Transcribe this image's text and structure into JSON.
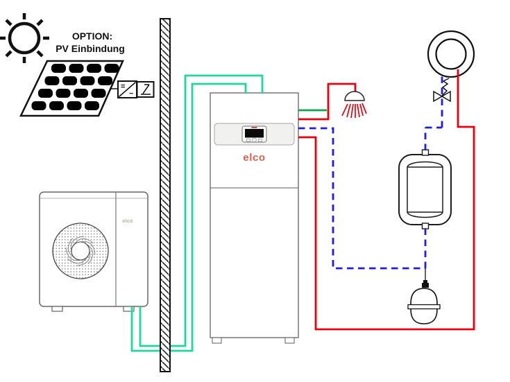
{
  "pv_option": {
    "title": "OPTION:",
    "subtitle": "PV Einbindung"
  },
  "inverter": {
    "dc_symbol": "=",
    "ac_symbol": "~"
  },
  "indoor_unit": {
    "brand": "elco"
  },
  "outdoor_unit": {
    "brand": "elco"
  },
  "colors": {
    "pv_pipe": "#1ed79b",
    "cold_water": "#0aa64e",
    "hot": "#e8000d",
    "return": "#1c1cf0",
    "brand_indoor": "#e2604d",
    "brand_outdoor": "#b5aaa3",
    "outline": "#111111"
  }
}
